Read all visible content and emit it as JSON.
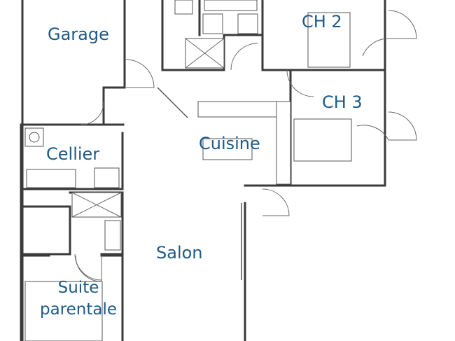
{
  "rooms": {
    "garage": "Garage",
    "ch2": "CH 2",
    "ch3": "CH 3",
    "cellier": "Cellier",
    "cuisine": "Cuisine",
    "salon": "Salon",
    "suite_line1": "Suite",
    "suite_line2": "parentale"
  },
  "colors": {
    "label": "#1d5a87",
    "wall": "#3a3a3a"
  }
}
